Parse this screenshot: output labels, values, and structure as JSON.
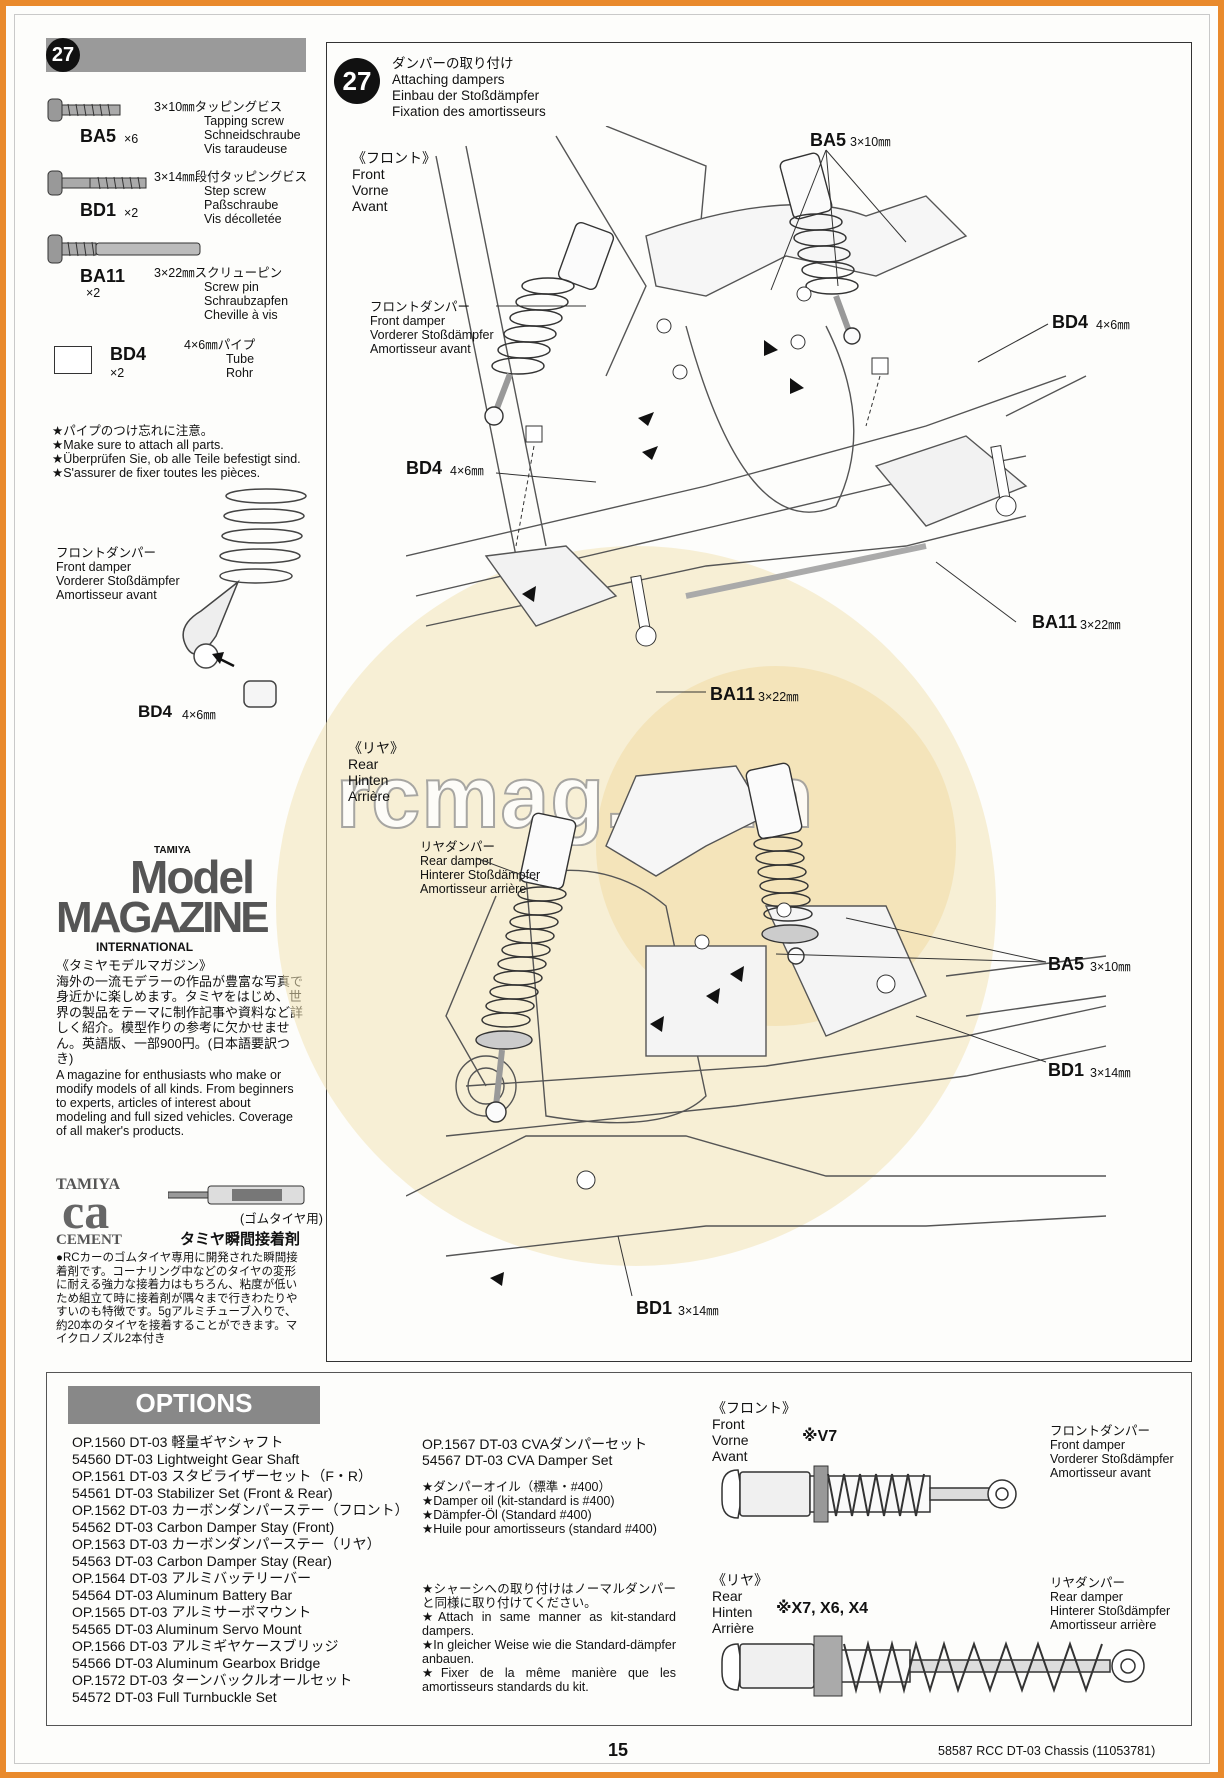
{
  "sidebar": {
    "step_number": "27",
    "parts": [
      {
        "code": "BA5",
        "qty": "×6",
        "spec": "3×10㎜タッピングビス",
        "names": "Tapping screw\nSchneidschraube\nVis taraudeuse"
      },
      {
        "code": "BD1",
        "qty": "×2",
        "spec": "3×14㎜段付タッピングビス",
        "names": "Step screw\nPaßschraube\nVis décolletée"
      },
      {
        "code": "BA11",
        "qty": "×2",
        "spec": "3×22㎜スクリューピン",
        "names": "Screw pin\nSchraubzapfen\nCheville à vis"
      },
      {
        "code": "BD4",
        "qty": "×2",
        "spec": "4×6㎜パイプ",
        "names": "Tube\nRohr"
      }
    ],
    "note": "★パイプのつけ忘れに注意。\n★Make sure to attach all parts.\n★Überprüfen Sie, ob alle Teile befestigt sind.\n★S'assurer de fixer toutes les pièces.",
    "detail_label": "フロントダンパー\nFront damper\nVorderer Stoßdämpfer\nAmortisseur avant",
    "detail_part": "BD4",
    "detail_part_size": "4×6㎜",
    "magazine": {
      "brand": "TAMIYA",
      "title_1": "Model",
      "title_2": "MAGAZINE",
      "title_3": "INTERNATIONAL",
      "jp": "《タミヤモデルマガジン》\n海外の一流モデラーの作品が豊富な写真で身近かに楽しめます。タミヤをはじめ、世界の製品をテーマに制作記事や資料など詳しく紹介。模型作りの参考に欠かせません。英語版、一部900円。(日本語要訳つき)",
      "en": "A magazine for enthusiasts who make or modify models of all kinds. From beginners to experts, articles of interest about modeling and full sized vehicles. Coverage of all maker's products."
    },
    "cement": {
      "brand": "TAMIYA",
      "logo": "ca",
      "word": "CEMENT",
      "sub": "(ゴムタイヤ用)",
      "jp_title": "タミヤ瞬間接着剤",
      "jp": "●RCカーのゴムタイヤ専用に開発された瞬間接着剤です。コーナリング中などのタイヤの変形に耐える強力な接着力はもちろん、粘度が低いため組立て時に接着剤が隅々まで行きわたりやすいのも特徴です。5gアルミチューブ入りで、約20本のタイヤを接着することができます。マイクロノズル2本付き"
    }
  },
  "main": {
    "step_number": "27",
    "title": "ダンパーの取り付け\nAttaching dampers\nEinbau der Stoßdämpfer\nFixation des amortisseurs",
    "front_label": "《フロント》\nFront\nVorne\nAvant",
    "rear_label": "《リヤ》\nRear\nHinten\nArrière",
    "front_damper": "フロントダンパー\nFront damper\nVorderer Stoßdämpfer\nAmortisseur avant",
    "rear_damper": "リヤダンパー\nRear damper\nHinterer Stoßdämpfer\nAmortisseur arrière",
    "callouts": [
      {
        "code": "BA5",
        "size": "3×10㎜"
      },
      {
        "code": "BD4",
        "size": "4×6㎜"
      },
      {
        "code": "BD4",
        "size": "4×6㎜"
      },
      {
        "code": "BA11",
        "size": "3×22㎜"
      },
      {
        "code": "BA11",
        "size": "3×22㎜"
      },
      {
        "code": "BA5",
        "size": "3×10㎜"
      },
      {
        "code": "BD1",
        "size": "3×14㎜"
      },
      {
        "code": "BD1",
        "size": "3×14㎜"
      }
    ],
    "watermark": "rcmag.com"
  },
  "options": {
    "title": "OPTIONS",
    "list_left": [
      "OP.1560 DT-03 軽量ギヤシャフト",
      "54560 DT-03 Lightweight Gear Shaft",
      "OP.1561 DT-03 スタビライザーセット（F・R）",
      "54561 DT-03 Stabilizer Set (Front & Rear)",
      "OP.1562 DT-03 カーボンダンパーステー（フロント）",
      "54562 DT-03 Carbon Damper Stay (Front)",
      "OP.1563 DT-03 カーボンダンパーステー（リヤ）",
      "54563 DT-03 Carbon Damper Stay (Rear)",
      "OP.1564 DT-03 アルミバッテリーバー",
      "54564 DT-03 Aluminum Battery Bar",
      "OP.1565 DT-03 アルミサーボマウント",
      "54565 DT-03 Aluminum Servo Mount",
      "OP.1566 DT-03 アルミギヤケースブリッジ",
      "54566 DT-03 Aluminum Gearbox Bridge",
      "OP.1572  DT-03 ターンバックルオールセット",
      "54572  DT-03 Full Turnbuckle Set"
    ],
    "cva_1": "OP.1567 DT-03 CVAダンパーセット",
    "cva_2": "54567 DT-03 CVA Damper Set",
    "oil_note": "★ダンパーオイル（標準・#400）\n★Damper oil (kit-standard is #400)\n★Dämpfer-Öl (Standard #400)\n★Huile pour amortisseurs (standard #400)",
    "attach_note": "★シャーシへの取り付けはノーマルダンパーと同様に取り付けてください。\n★Attach in same manner as kit-standard dampers.\n★In gleicher Weise wie die Standard-dämpfer anbauen.\n★Fixer de la même manière que les amortisseurs standards du kit.",
    "front_label": "《フロント》\nFront\nVorne\nAvant",
    "front_part": "※V7",
    "front_damper": "フロントダンパー\nFront damper\nVorderer Stoßdämpfer\nAmortisseur avant",
    "rear_label": "《リヤ》\nRear\nHinten\nArrière",
    "rear_part": "※X7, X6, X4",
    "rear_damper": "リヤダンパー\nRear damper\nHinterer Stoßdämpfer\nAmortisseur arrière"
  },
  "footer": {
    "page": "15",
    "product": "58587 RCC DT-03 Chassis (11053781)"
  }
}
